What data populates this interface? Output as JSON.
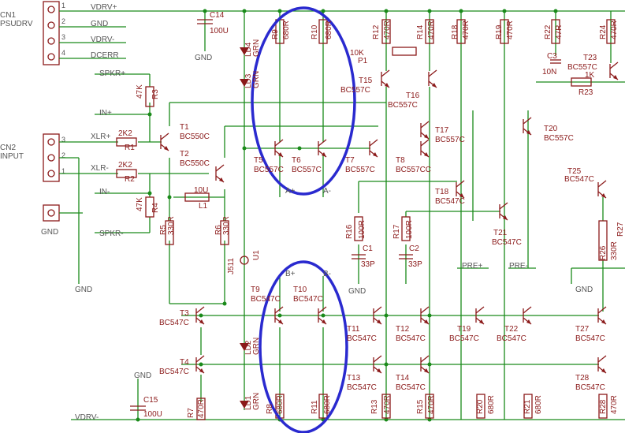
{
  "connectors": [
    {
      "ref": "CN1",
      "name": "PSUDRV",
      "pins": [
        "1",
        "2",
        "3",
        "4"
      ]
    },
    {
      "ref": "CN2",
      "name": "INPUT",
      "pins": [
        "3",
        "2",
        "1"
      ]
    },
    {
      "name": "GND"
    }
  ],
  "nets": [
    "VDRV+",
    "GND",
    "VDRV-",
    "DCERR",
    "SPKR+",
    "IN+",
    "XLR+",
    "XLR-",
    "IN-",
    "SPKR-",
    "GND",
    "GND",
    "GND",
    "GND",
    "GND",
    "PRE+",
    "PRE-",
    "VDRV-",
    "A+",
    "A-",
    "B+",
    "B-"
  ],
  "components": [
    {
      "ref": "C14",
      "value": "100U"
    },
    {
      "ref": "C15",
      "value": "100U"
    },
    {
      "ref": "C3",
      "value": "10N"
    },
    {
      "ref": "C1",
      "value": "33P"
    },
    {
      "ref": "C2",
      "value": "33P"
    },
    {
      "ref": "P1",
      "value": "10K"
    },
    {
      "ref": "L1",
      "value": "10U"
    },
    {
      "ref": "R1",
      "value": "2K2"
    },
    {
      "ref": "R2",
      "value": "2K2"
    },
    {
      "ref": "R3",
      "value": "47K"
    },
    {
      "ref": "R4",
      "value": "47K"
    },
    {
      "ref": "R5",
      "value": "330R"
    },
    {
      "ref": "R6",
      "value": "330R"
    },
    {
      "ref": "R7",
      "value": "470R"
    },
    {
      "ref": "R8",
      "value": "680R"
    },
    {
      "ref": "R9",
      "value": "680R"
    },
    {
      "ref": "R10",
      "value": "680R"
    },
    {
      "ref": "R11",
      "value": "680R"
    },
    {
      "ref": "R12",
      "value": "470R"
    },
    {
      "ref": "R13",
      "value": "470R"
    },
    {
      "ref": "R14",
      "value": "470R"
    },
    {
      "ref": "R15",
      "value": "470R"
    },
    {
      "ref": "R16",
      "value": "100R"
    },
    {
      "ref": "R17",
      "value": "100R"
    },
    {
      "ref": "R18",
      "value": "470R"
    },
    {
      "ref": "R19",
      "value": "470R"
    },
    {
      "ref": "R20",
      "value": "680R"
    },
    {
      "ref": "R21",
      "value": "680R"
    },
    {
      "ref": "R22",
      "value": "47R"
    },
    {
      "ref": "R23",
      "value": "1K"
    },
    {
      "ref": "R24",
      "value": "470R"
    },
    {
      "ref": "R26",
      "value": "330R"
    },
    {
      "ref": "R27",
      "value": ""
    },
    {
      "ref": "R28",
      "value": "470R"
    },
    {
      "ref": "LD1",
      "value": "GRN"
    },
    {
      "ref": "LD2",
      "value": "GRN"
    },
    {
      "ref": "LD3",
      "value": "GRN"
    },
    {
      "ref": "LD4",
      "value": "GRN"
    },
    {
      "ref": "U1",
      "value": "J511"
    }
  ],
  "transistors": [
    {
      "ref": "T1",
      "type": "BC550C"
    },
    {
      "ref": "T2",
      "type": "BC550C"
    },
    {
      "ref": "T3",
      "type": "BC547C"
    },
    {
      "ref": "T4",
      "type": "BC547C"
    },
    {
      "ref": "T5",
      "type": "BC557C"
    },
    {
      "ref": "T6",
      "type": "BC557C"
    },
    {
      "ref": "T7",
      "type": "BC557C"
    },
    {
      "ref": "T8",
      "type": "BC557CC"
    },
    {
      "ref": "T9",
      "type": "BC547C"
    },
    {
      "ref": "T10",
      "type": "BC547C"
    },
    {
      "ref": "T11",
      "type": "BC547C"
    },
    {
      "ref": "T12",
      "type": "BC547C"
    },
    {
      "ref": "T13",
      "type": "BC547C"
    },
    {
      "ref": "T14",
      "type": "BC547C"
    },
    {
      "ref": "T15",
      "type": "BC557C"
    },
    {
      "ref": "T16",
      "type": "BC557C"
    },
    {
      "ref": "T17",
      "type": "BC557C"
    },
    {
      "ref": "T18",
      "type": "BC547C"
    },
    {
      "ref": "T19",
      "type": "BC547C"
    },
    {
      "ref": "T20",
      "type": "BC557C"
    },
    {
      "ref": "T21",
      "type": "BC547C"
    },
    {
      "ref": "T22",
      "type": "BC547C"
    },
    {
      "ref": "T23",
      "type": "BC557C"
    },
    {
      "ref": "T25",
      "type": "BC547C"
    },
    {
      "ref": "T27",
      "type": "BC547C"
    },
    {
      "ref": "T28",
      "type": "BC547C"
    }
  ],
  "colors": {
    "wire": "#1a8a1a",
    "component": "#8b1a1a",
    "highlight": "#2a2acf",
    "text": "#555555"
  }
}
